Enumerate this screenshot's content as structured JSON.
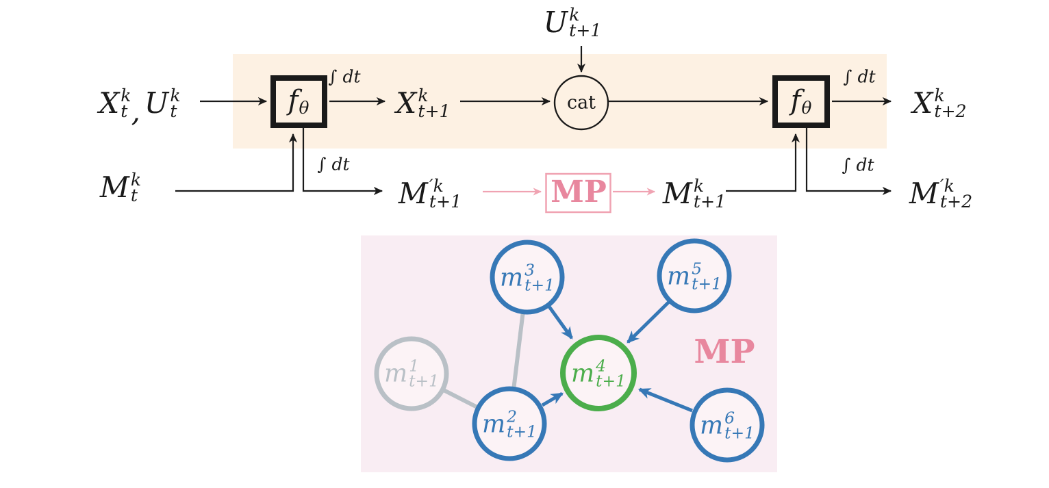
{
  "figure": {
    "description": "Recurrent dynamics model with message passing",
    "panel_label": "MP"
  },
  "colors": {
    "band_bg": "#fdf1e3",
    "panel_bg": "#f9edf3",
    "pink": "#e8879e",
    "pink_light": "#f0a3b2",
    "blue": "#3678b6",
    "green": "#4bad4b",
    "gray": "#b9c0c6",
    "ink": "#1a1a1a",
    "node_fill": "#fcf3f6",
    "white": "#ffffff"
  },
  "flow": {
    "input_xu": {
      "x_base": "X",
      "x_sup": "k",
      "x_sub": "t",
      "comma": ",",
      "u_base": "U",
      "u_sup": "k",
      "u_sub": "t"
    },
    "input_m": {
      "base": "M",
      "sup": "k",
      "sub": "t"
    },
    "f1": {
      "base": "f",
      "sub": "θ"
    },
    "f2": {
      "base": "f",
      "sub": "θ"
    },
    "int_dt": "∫ dt",
    "x_t1": {
      "base": "X",
      "sup": "k",
      "sub": "t+1"
    },
    "u_t1": {
      "base": "U",
      "sup": "k",
      "sub": "t+1"
    },
    "cat_label": "cat",
    "m_prime_t1": {
      "base": "M",
      "sup": "′k",
      "sub": "t+1"
    },
    "mp_box_label": "MP",
    "m_t1": {
      "base": "M",
      "sup": "k",
      "sub": "t+1"
    },
    "x_t2": {
      "base": "X",
      "sup": "k",
      "sub": "t+2"
    },
    "m_prime_t2": {
      "base": "M",
      "sup": "′k",
      "sub": "t+2"
    }
  },
  "graph": {
    "mp_label": "MP",
    "nodes": [
      {
        "id": "m1",
        "base": "m",
        "sup": "1",
        "sub": "t+1",
        "state": "inactive-gray"
      },
      {
        "id": "m2",
        "base": "m",
        "sup": "2",
        "sub": "t+1",
        "state": "active-blue"
      },
      {
        "id": "m3",
        "base": "m",
        "sup": "3",
        "sub": "t+1",
        "state": "active-blue"
      },
      {
        "id": "m4",
        "base": "m",
        "sup": "4",
        "sub": "t+1",
        "state": "target-green"
      },
      {
        "id": "m5",
        "base": "m",
        "sup": "5",
        "sub": "t+1",
        "state": "active-blue"
      },
      {
        "id": "m6",
        "base": "m",
        "sup": "6",
        "sub": "t+1",
        "state": "active-blue"
      }
    ],
    "edges": [
      {
        "from": "m1",
        "to": "m2",
        "type": "undirected"
      },
      {
        "from": "m3",
        "to": "m2",
        "type": "undirected"
      },
      {
        "from": "m3",
        "to": "m4",
        "type": "directed"
      },
      {
        "from": "m5",
        "to": "m4",
        "type": "directed"
      },
      {
        "from": "m2",
        "to": "m4",
        "type": "directed"
      },
      {
        "from": "m6",
        "to": "m4",
        "type": "directed"
      }
    ]
  }
}
